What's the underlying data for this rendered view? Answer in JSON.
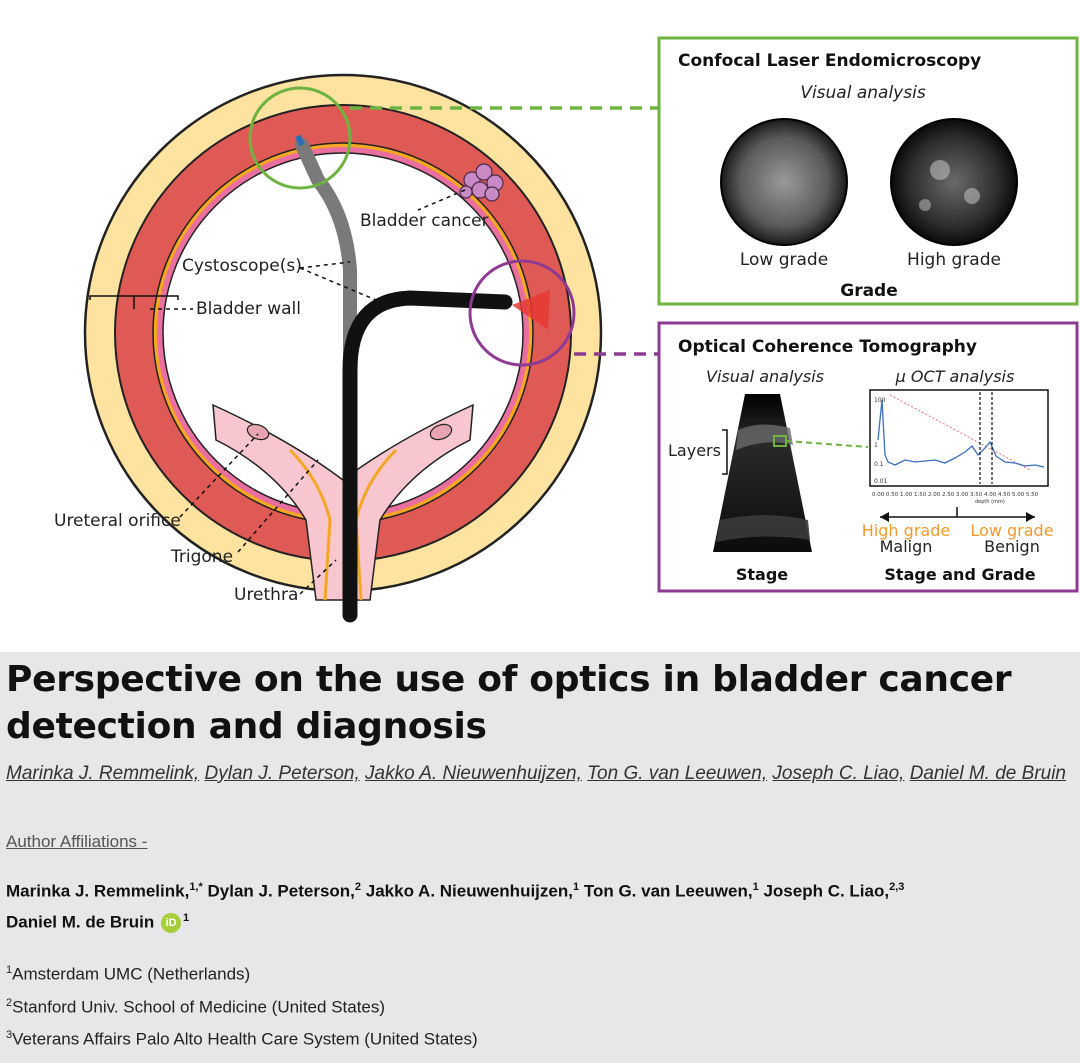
{
  "figure": {
    "labels": {
      "bladder_cancer": "Bladder cancer",
      "cystoscope": "Cystoscope(s)",
      "bladder_wall": "Bladder wall",
      "ureteral_orifice": "Ureteral orifice",
      "trigone": "Trigone",
      "urethra": "Urethra"
    },
    "cle_panel": {
      "title": "Confocal Laser Endomicroscopy",
      "subtitle": "Visual analysis",
      "low_grade": "Low grade",
      "high_grade": "High grade",
      "footer": "Grade"
    },
    "oct_panel": {
      "title": "Optical Coherence Tomography",
      "visual_label": "Visual analysis",
      "uoct_label": "μ OCT analysis",
      "layers": "Layers",
      "high_grade": "High grade",
      "low_grade": "Low grade",
      "malign": "Malign",
      "benign": "Benign",
      "stage": "Stage",
      "stage_and_grade": "Stage and Grade",
      "plot_y_ticks": [
        "100",
        "1",
        "0.1",
        "0.01"
      ],
      "plot_x_ticks": "0.00 0.50 1.00 1.50 2.00 2.50 3.00 3.50 4.00 4.50 5.00 5.50",
      "plot_x_label": "depth (mm)"
    },
    "colors": {
      "cle_border": "#6db33f",
      "oct_border": "#8e3a92",
      "muscle": "#e05a55",
      "serosa": "#fde2a0",
      "lumen_orange": "#f5a623",
      "grade_orange": "#f39a2b"
    }
  },
  "article": {
    "title": "Perspective on the use of optics in bladder cancer detection and diagnosis",
    "author_links": [
      "Marinka J. Remmelink,",
      "Dylan J. Peterson,",
      "Jakko A. Nieuwenhuijzen,",
      "Ton G. van Leeuwen,",
      "Joseph C. Liao,",
      "Daniel M. de Bruin"
    ],
    "affiliations_toggle": "Author Affiliations -",
    "authors": [
      {
        "name": "Marinka J. Remmelink,",
        "sup": "1,*"
      },
      {
        "name": "Dylan J. Peterson,",
        "sup": "2"
      },
      {
        "name": "Jakko A. Nieuwenhuijzen,",
        "sup": "1"
      },
      {
        "name": "Ton G. van Leeuwen,",
        "sup": "1"
      },
      {
        "name": "Joseph C. Liao,",
        "sup": "2,3"
      },
      {
        "name": "Daniel M. de Bruin",
        "sup": "1"
      }
    ],
    "orcid_label": "iD",
    "affiliations": [
      {
        "sup": "1",
        "text": "Amsterdam UMC (Netherlands)"
      },
      {
        "sup": "2",
        "text": "Stanford Univ. School of Medicine (United States)"
      },
      {
        "sup": "3",
        "text": "Veterans Affairs Palo Alto Health Care System (United States)"
      }
    ]
  }
}
